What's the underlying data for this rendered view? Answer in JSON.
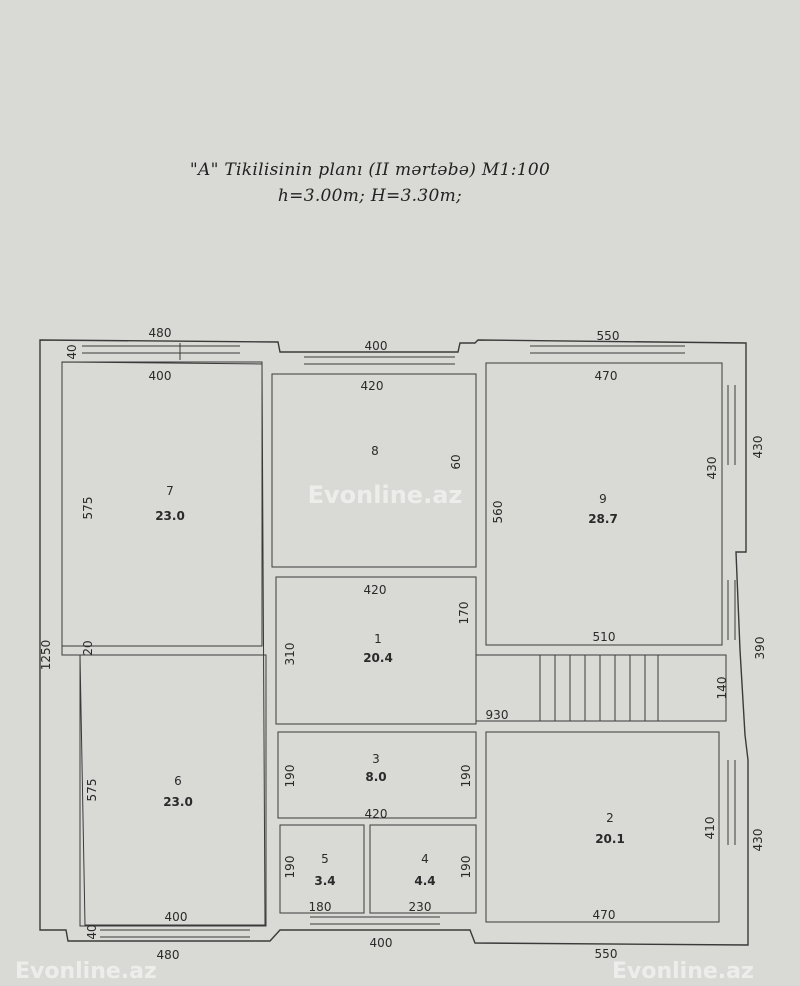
{
  "plan": {
    "title": "\"A\" Tikilisinin planı (II mərtəbə) M1:100",
    "subtitle": "h=3.00m; H=3.30m;"
  },
  "rooms": [
    {
      "id": "7",
      "num": "7",
      "area": "23.0"
    },
    {
      "id": "8",
      "num": "8",
      "area": ""
    },
    {
      "id": "9",
      "num": "9",
      "area": "28.7"
    },
    {
      "id": "1",
      "num": "1",
      "area": "20.4"
    },
    {
      "id": "6",
      "num": "6",
      "area": "23.0"
    },
    {
      "id": "3",
      "num": "3",
      "area": "8.0"
    },
    {
      "id": "2",
      "num": "2",
      "area": "20.1"
    },
    {
      "id": "5",
      "num": "5",
      "area": "3.4"
    },
    {
      "id": "4",
      "num": "4",
      "area": "4.4"
    }
  ],
  "dims": {
    "top_outer_left": "480",
    "top_outer_mid": "400",
    "top_outer_right": "550",
    "top_left_40": "40",
    "r7_top": "400",
    "r8_top": "420",
    "r9_top": "470",
    "r7_left": "575",
    "r6_left": "575",
    "total_left": "1250",
    "mid_left_20": "20",
    "r8_right": "60",
    "r9_left": "560",
    "r9_right_in": "430",
    "r9_right_out": "430",
    "r1_top": "420",
    "r1_left": "310",
    "r1_right": "170",
    "r9_bottom": "510",
    "right_390": "390",
    "stair_140": "140",
    "hall_930": "930",
    "r3_left": "190",
    "r3_right": "190",
    "r3_bottom": "420",
    "r2_right_in": "410",
    "r2_right_out": "430",
    "r5_left": "190",
    "r4_right": "190",
    "r5_bottom": "180",
    "r4_bottom": "230",
    "r6_bottom": "400",
    "r2_bottom": "470",
    "bot_left_40": "40",
    "bot_outer_left": "480",
    "bot_outer_mid": "400",
    "bot_outer_right": "550"
  },
  "watermark": {
    "center": "Evonline.az",
    "bottom_left": "Evonline.az",
    "bottom_right": "Evonline.az"
  }
}
